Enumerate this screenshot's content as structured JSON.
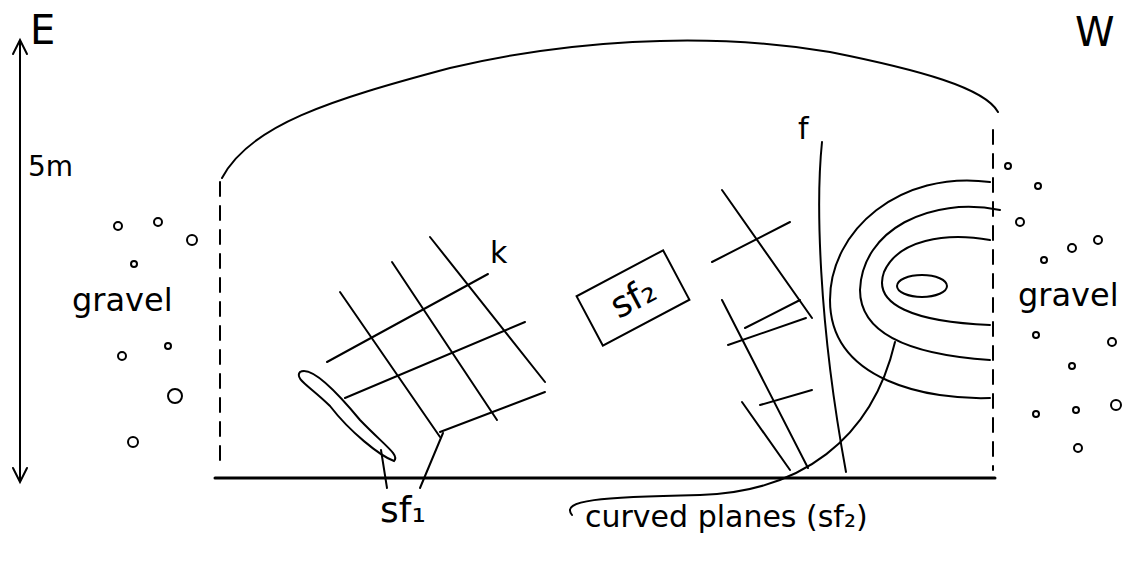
{
  "diagram": {
    "nodes": [
      {
        "text": [
          "sf₂"
        ]
      }
    ],
    "labels": [
      "E",
      "5m",
      "W",
      "gravel",
      "k",
      "f",
      "gravel",
      "sf₁",
      "curved planes (sf₂)"
    ]
  }
}
